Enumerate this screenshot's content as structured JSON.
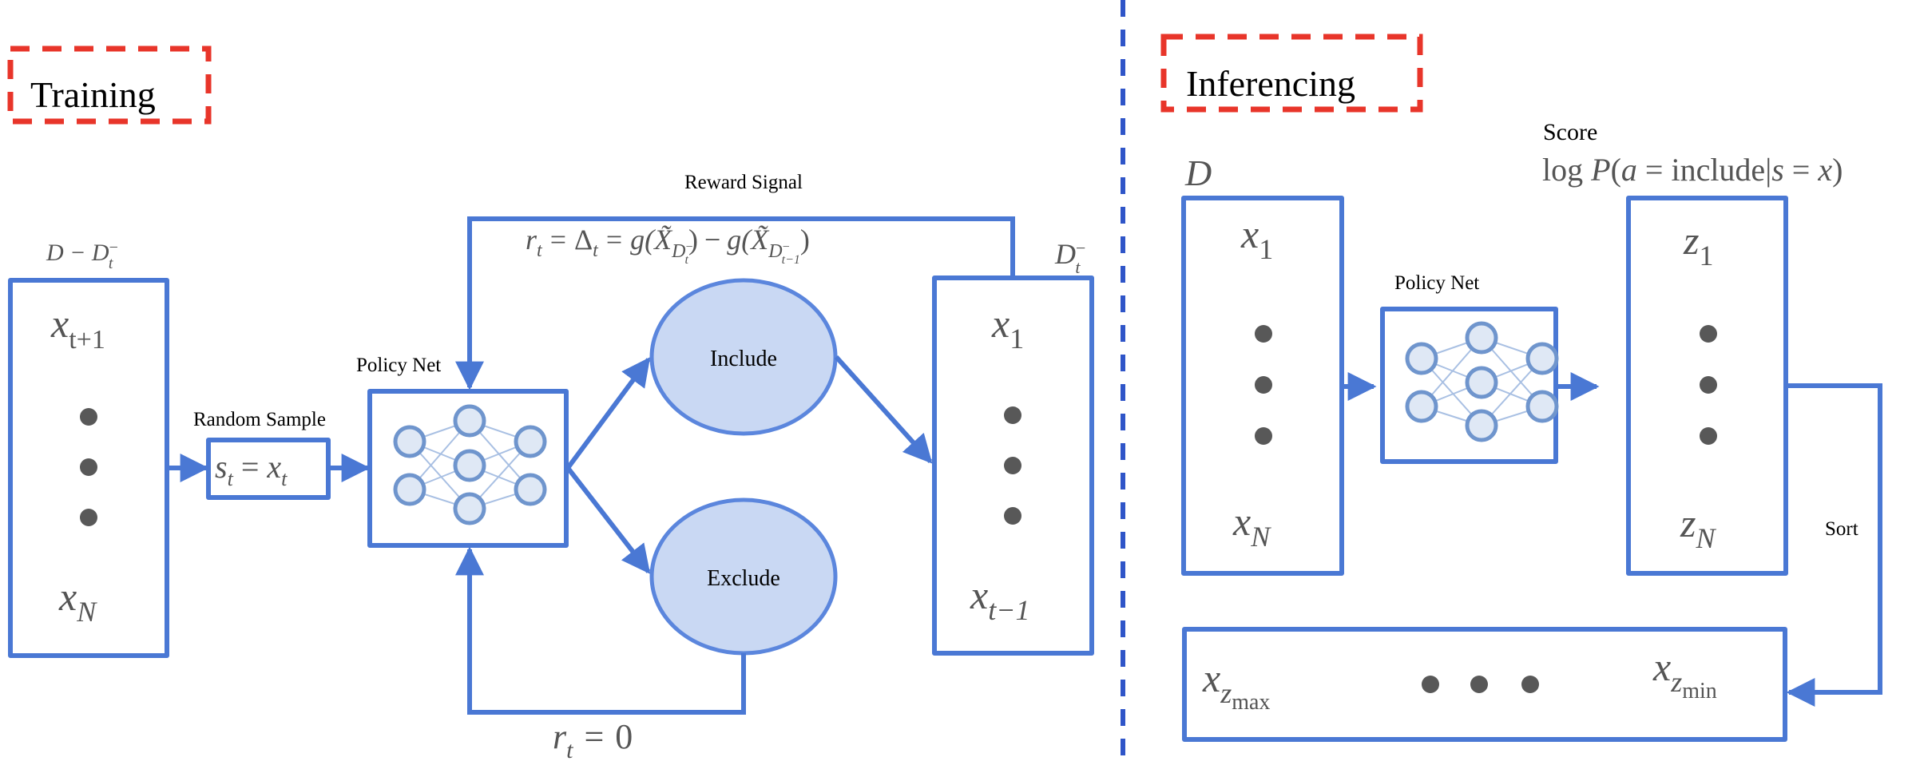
{
  "figure": {
    "colors": {
      "box_stroke": "#4a78d4",
      "ellipse_fill": "#c9d8f3",
      "ellipse_stroke": "#5b86dd",
      "section_frame": "#e8352a",
      "divider": "#2f55c8",
      "math_text": "#555555",
      "dot": "#585858"
    }
  },
  "training": {
    "section_title": "Training",
    "pool_label": "D − D",
    "pool_label_sub": "t",
    "pool_label_sup": "−",
    "pool_top_item": "x",
    "pool_top_item_sub": "t+1",
    "pool_bottom_item": "x",
    "pool_bottom_item_sub": "N",
    "random_sample_label": "Random Sample",
    "state_formula_s": "s",
    "state_formula_s_sub": "t",
    "state_formula_eq": "=",
    "state_formula_x": "x",
    "state_formula_x_sub": "t",
    "policy_net_label": "Policy Net",
    "include_label": "Include",
    "exclude_label": "Exclude",
    "reward_signal_label": "Reward Signal",
    "reward_formula": "r_t = Δ_t = g(X̃_{D_t^-}) − g(X̃_{D_{t-1}^-})",
    "reward_formula_parts": {
      "r": "r",
      "r_sub": "t",
      "eq1": "=",
      "delta": "Δ",
      "delta_sub": "t",
      "eq2": "=",
      "g1": "g(",
      "X1": "X̃",
      "X1_sub": "D",
      "X1_subsub": "t",
      "X1_subsup": "−",
      "close1": ")",
      "minus": "−",
      "g2": "g(",
      "X2": "X̃",
      "X2_sub": "D",
      "X2_subsub": "t−1",
      "X2_subsup": "−",
      "close2": ")"
    },
    "zero_reward": {
      "r": "r",
      "r_sub": "t",
      "eq": "=",
      "val": "0"
    },
    "selected_label": "D",
    "selected_label_sub": "t",
    "selected_label_sup": "−",
    "selected_top_item": "x",
    "selected_top_item_sub": "1",
    "selected_bottom_item": "x",
    "selected_bottom_item_sub": "t−1"
  },
  "inferencing": {
    "section_title": "Inferencing",
    "dataset_label": "D",
    "dataset_top_item": "x",
    "dataset_top_item_sub": "1",
    "dataset_bottom_item": "x",
    "dataset_bottom_item_sub": "N",
    "policy_net_label": "Policy Net",
    "score_label": "Score",
    "score_formula": "log P(a = include|s = x)",
    "score_formula_parts": {
      "log": "log ",
      "P": "P",
      "open": "(",
      "a": "a",
      "eq1": " = ",
      "include": "include",
      "bar": "|",
      "s": "s",
      "eq2": " = ",
      "x": "x",
      "close": ")"
    },
    "scores_top_item": "z",
    "scores_top_item_sub": "1",
    "scores_bottom_item": "z",
    "scores_bottom_item_sub": "N",
    "sort_label": "Sort",
    "sorted_first": "x",
    "sorted_first_sub": "z",
    "sorted_first_subsub": "max",
    "sorted_last": "x",
    "sorted_last_sub": "z",
    "sorted_last_subsub": "min"
  }
}
